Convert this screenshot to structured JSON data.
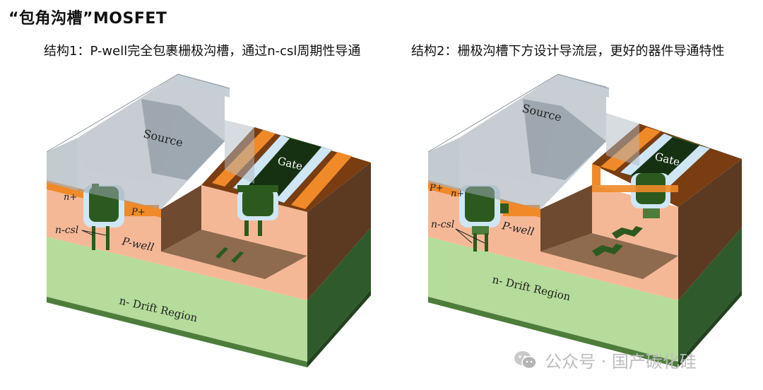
{
  "title": "“包角沟槽”MOSFET",
  "structure1": {
    "caption": "结构1：P-well完全包裹栅极沟槽，通过n-csl周期性导通",
    "labels": {
      "source": "Source",
      "gate": "Gate",
      "n_plus": "n+",
      "p_plus": "P+",
      "n_csl": "n-csl",
      "p_well": "P-well",
      "drift": "n- Drift Region"
    }
  },
  "structure2": {
    "caption": "结构2：栅极沟槽下方设计导流层，更好的器件导通特性",
    "labels": {
      "source": "Source",
      "gate": "Gate",
      "p_plus": "P+",
      "n_plus": "n+",
      "n_csl": "n-csl",
      "p_well": "P-well",
      "drift": "n- Drift Region"
    }
  },
  "watermark": {
    "text": "公众号 · 国产碳化硅",
    "icon": "wechat-icon"
  },
  "colors": {
    "drift_front": "#b5dc9a",
    "drift_side": "#2f5a2c",
    "pwell_front": "#f5b896",
    "pwell_side": "#5c3a22",
    "pwell_top": "#8e6a4e",
    "pplus": "#f08a28",
    "gate_green": "#2c5a1e",
    "gate_dark": "#163012",
    "oxide": "#d2e9f7",
    "source_metal": "#9aa6b0"
  }
}
